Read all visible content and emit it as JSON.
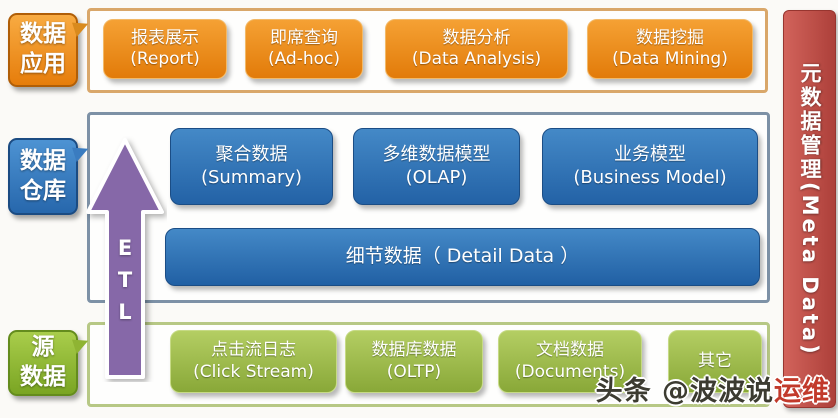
{
  "colors": {
    "app_accent": "#ec8a12",
    "dw_accent": "#2e6fb2",
    "src_accent": "#95b23f",
    "etl_purple": "#8668a8",
    "meta_red": "#bf4c45",
    "frame_orange_border": "#d9a76a",
    "frame_blue_border": "#7d91a6",
    "frame_green_border": "#b7c885"
  },
  "labels": {
    "app": {
      "line1": "数据",
      "line2": "应用"
    },
    "dw": {
      "line1": "数据",
      "line2": "仓库"
    },
    "src": {
      "line1": "源",
      "line2": "数据"
    }
  },
  "layers": {
    "app": {
      "boxes": [
        {
          "zh": "报表展示",
          "en": "(Report)"
        },
        {
          "zh": "即席查询",
          "en": "(Ad-hoc)"
        },
        {
          "zh": "数据分析",
          "en": "(Data Analysis)"
        },
        {
          "zh": "数据挖掘",
          "en": "(Data Mining)"
        }
      ]
    },
    "dw": {
      "boxes": [
        {
          "zh": "聚合数据",
          "en": "(Summary)"
        },
        {
          "zh": "多维数据模型",
          "en": "(OLAP)"
        },
        {
          "zh": "业务模型",
          "en": "(Business Model)"
        }
      ],
      "detail": "细节数据（ Detail Data ）"
    },
    "src": {
      "boxes": [
        {
          "zh": "点击流日志",
          "en": "(Click Stream)"
        },
        {
          "zh": "数据库数据",
          "en": "(OLTP)"
        },
        {
          "zh": "文档数据",
          "en": "(Documents)"
        },
        {
          "zh": "其它",
          "en": ""
        }
      ]
    }
  },
  "etl": {
    "letters": {
      "e": "E",
      "t": "T",
      "l": "L"
    }
  },
  "meta_bar": {
    "text": "元数据管理(Meta Data)"
  },
  "watermark": {
    "prefix": "头条 @波波说",
    "suffix": "运维"
  }
}
